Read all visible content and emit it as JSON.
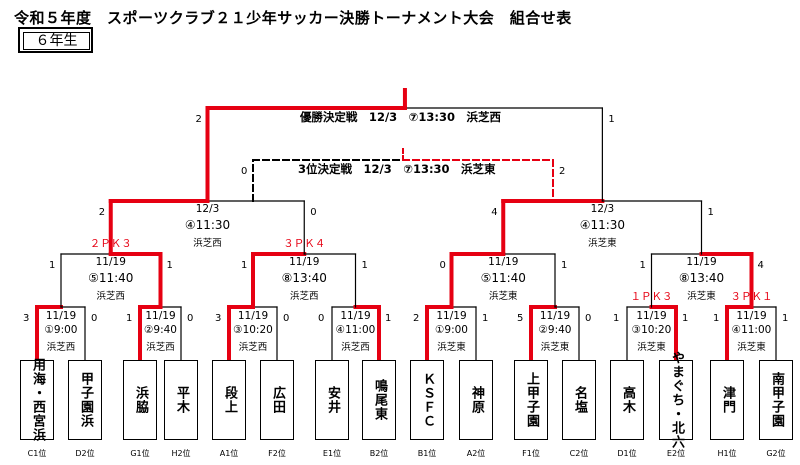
{
  "title": "令和５年度　スポーツクラブ２１少年サッカー決勝トーナメント大会　組合せ表",
  "grade": "６年生",
  "final": {
    "label": "優勝決定戦　12/3　⑦13:30　浜芝西",
    "left_score": "2",
    "right_score": "1"
  },
  "third_place": {
    "label": "3位決定戦　12/3　⑦13:30　浜芝東",
    "left_score": "0",
    "right_score": "2"
  },
  "semis": [
    {
      "date": "12/3",
      "time": "④11:30",
      "venue": "浜芝西",
      "left_score": "2",
      "right_score": "0"
    },
    {
      "date": "12/3",
      "time": "④11:30",
      "venue": "浜芝東",
      "left_score": "4",
      "right_score": "1"
    }
  ],
  "quarters": [
    {
      "date": "11/19",
      "time": "⑤11:40",
      "venue": "浜芝西",
      "pk": "２ＰＫ３",
      "left_score": "1",
      "right_score": "1"
    },
    {
      "date": "11/19",
      "time": "⑧13:40",
      "venue": "浜芝西",
      "pk": "３ＰＫ４",
      "left_score": "1",
      "right_score": "1"
    },
    {
      "date": "11/19",
      "time": "⑤11:40",
      "venue": "浜芝東",
      "pk": "",
      "left_score": "0",
      "right_score": "1"
    },
    {
      "date": "11/19",
      "time": "⑧13:40",
      "venue": "浜芝東",
      "pk": "",
      "left_score": "1",
      "right_score": "4"
    }
  ],
  "round1": [
    {
      "date": "11/19",
      "time": "①9:00",
      "venue": "浜芝西",
      "pk": "",
      "left_score": "3",
      "right_score": "0"
    },
    {
      "date": "11/19",
      "time": "②9:40",
      "venue": "浜芝西",
      "pk": "",
      "left_score": "1",
      "right_score": "0"
    },
    {
      "date": "11/19",
      "time": "③10:20",
      "venue": "浜芝西",
      "pk": "",
      "left_score": "3",
      "right_score": "0"
    },
    {
      "date": "11/19",
      "time": "④11:00",
      "venue": "浜芝西",
      "pk": "",
      "left_score": "0",
      "right_score": "1"
    },
    {
      "date": "11/19",
      "time": "①9:00",
      "venue": "浜芝東",
      "pk": "",
      "left_score": "2",
      "right_score": "1"
    },
    {
      "date": "11/19",
      "time": "②9:40",
      "venue": "浜芝東",
      "pk": "",
      "left_score": "5",
      "right_score": "0"
    },
    {
      "date": "11/19",
      "time": "③10:20",
      "venue": "浜芝東",
      "pk": "１ＰＫ３",
      "left_score": "1",
      "right_score": "1"
    },
    {
      "date": "11/19",
      "time": "④11:00",
      "venue": "浜芝東",
      "pk": "３ＰＫ１",
      "left_score": "1",
      "right_score": "1"
    }
  ],
  "teams": [
    {
      "name": "用海・西宮浜",
      "seed": "C1位"
    },
    {
      "name": "甲子園浜",
      "seed": "D2位"
    },
    {
      "name": "浜脇",
      "seed": "G1位"
    },
    {
      "name": "平木",
      "seed": "H2位"
    },
    {
      "name": "段上",
      "seed": "A1位"
    },
    {
      "name": "広田",
      "seed": "F2位"
    },
    {
      "name": "安井",
      "seed": "E1位"
    },
    {
      "name": "鳴尾東",
      "seed": "B2位"
    },
    {
      "name": "ＫＳＦＣ",
      "seed": "B1位"
    },
    {
      "name": "神原",
      "seed": "A2位"
    },
    {
      "name": "上甲子園",
      "seed": "F1位"
    },
    {
      "name": "名塩",
      "seed": "C2位"
    },
    {
      "name": "高木",
      "seed": "D1位"
    },
    {
      "name": "やまぐち・北六",
      "seed": "E2位"
    },
    {
      "name": "津門",
      "seed": "H1位"
    },
    {
      "name": "南甲子園",
      "seed": "G2位"
    }
  ]
}
